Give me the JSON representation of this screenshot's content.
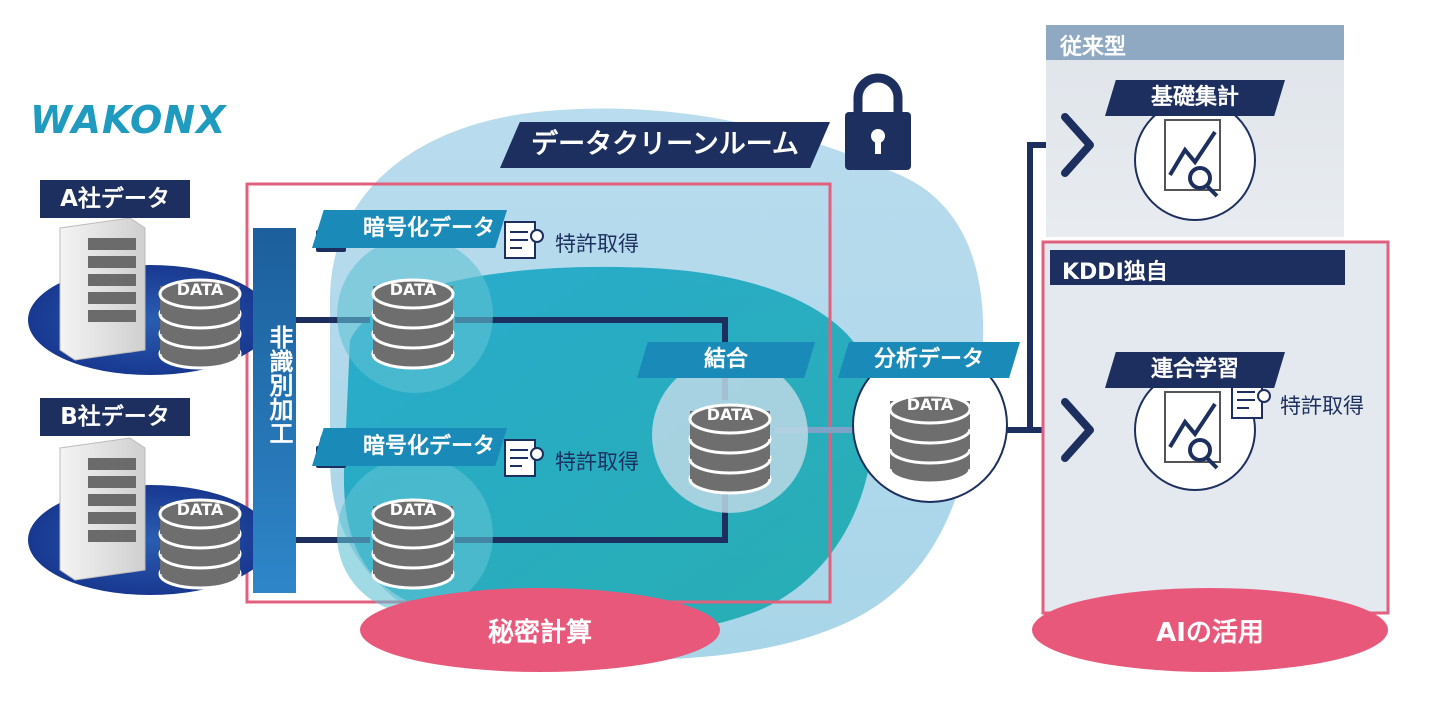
{
  "logo": "WAKONX",
  "sources": [
    {
      "label": "A社データ",
      "db_label": "DATA"
    },
    {
      "label": "B社データ",
      "db_label": "DATA"
    }
  ],
  "deidentify_label": "非識別加工",
  "clean_room": {
    "title": "データクリーンルーム"
  },
  "encrypted": [
    {
      "label": "暗号化データ",
      "patent": "特許取得",
      "db_label": "DATA"
    },
    {
      "label": "暗号化データ",
      "patent": "特許取得",
      "db_label": "DATA"
    }
  ],
  "join": {
    "label": "結合",
    "db_label": "DATA"
  },
  "analysis": {
    "label": "分析データ",
    "db_label": "DATA"
  },
  "secure_compute_label": "秘密計算",
  "conventional": {
    "header": "従来型",
    "item": "基礎集計"
  },
  "kddi": {
    "header": "KDDI独自",
    "item": "連合学習",
    "patent": "特許取得"
  },
  "ai_label": "AIの活用",
  "colors": {
    "navy": "#1d2f5e",
    "teal": "#1a8ab8",
    "pink": "#e8587a",
    "frame": "#e0607e"
  }
}
